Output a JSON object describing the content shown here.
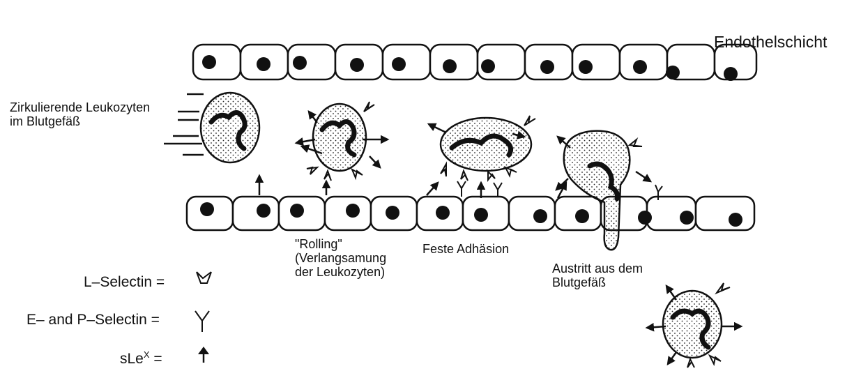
{
  "labels": {
    "endothel": "Endothelschicht",
    "circulating": "Zirkulierende Leukozyten\nim Blutgefäß",
    "rolling": "\"Rolling\"\n(Verlangsamung\nder Leukozyten)",
    "adhesion": "Feste Adhäsion",
    "exit": "Austritt aus dem\nBlutgefäß"
  },
  "legend": {
    "l_selectin": "L–Selectin =",
    "ep_selectin": "E– and P–Selectin =",
    "sle_prefix": "sLe",
    "sle_sup": "X",
    "sle_suffix": " =",
    "icons": [
      "l-selectin-icon",
      "ep-selectin-icon",
      "slex-icon"
    ]
  }
}
